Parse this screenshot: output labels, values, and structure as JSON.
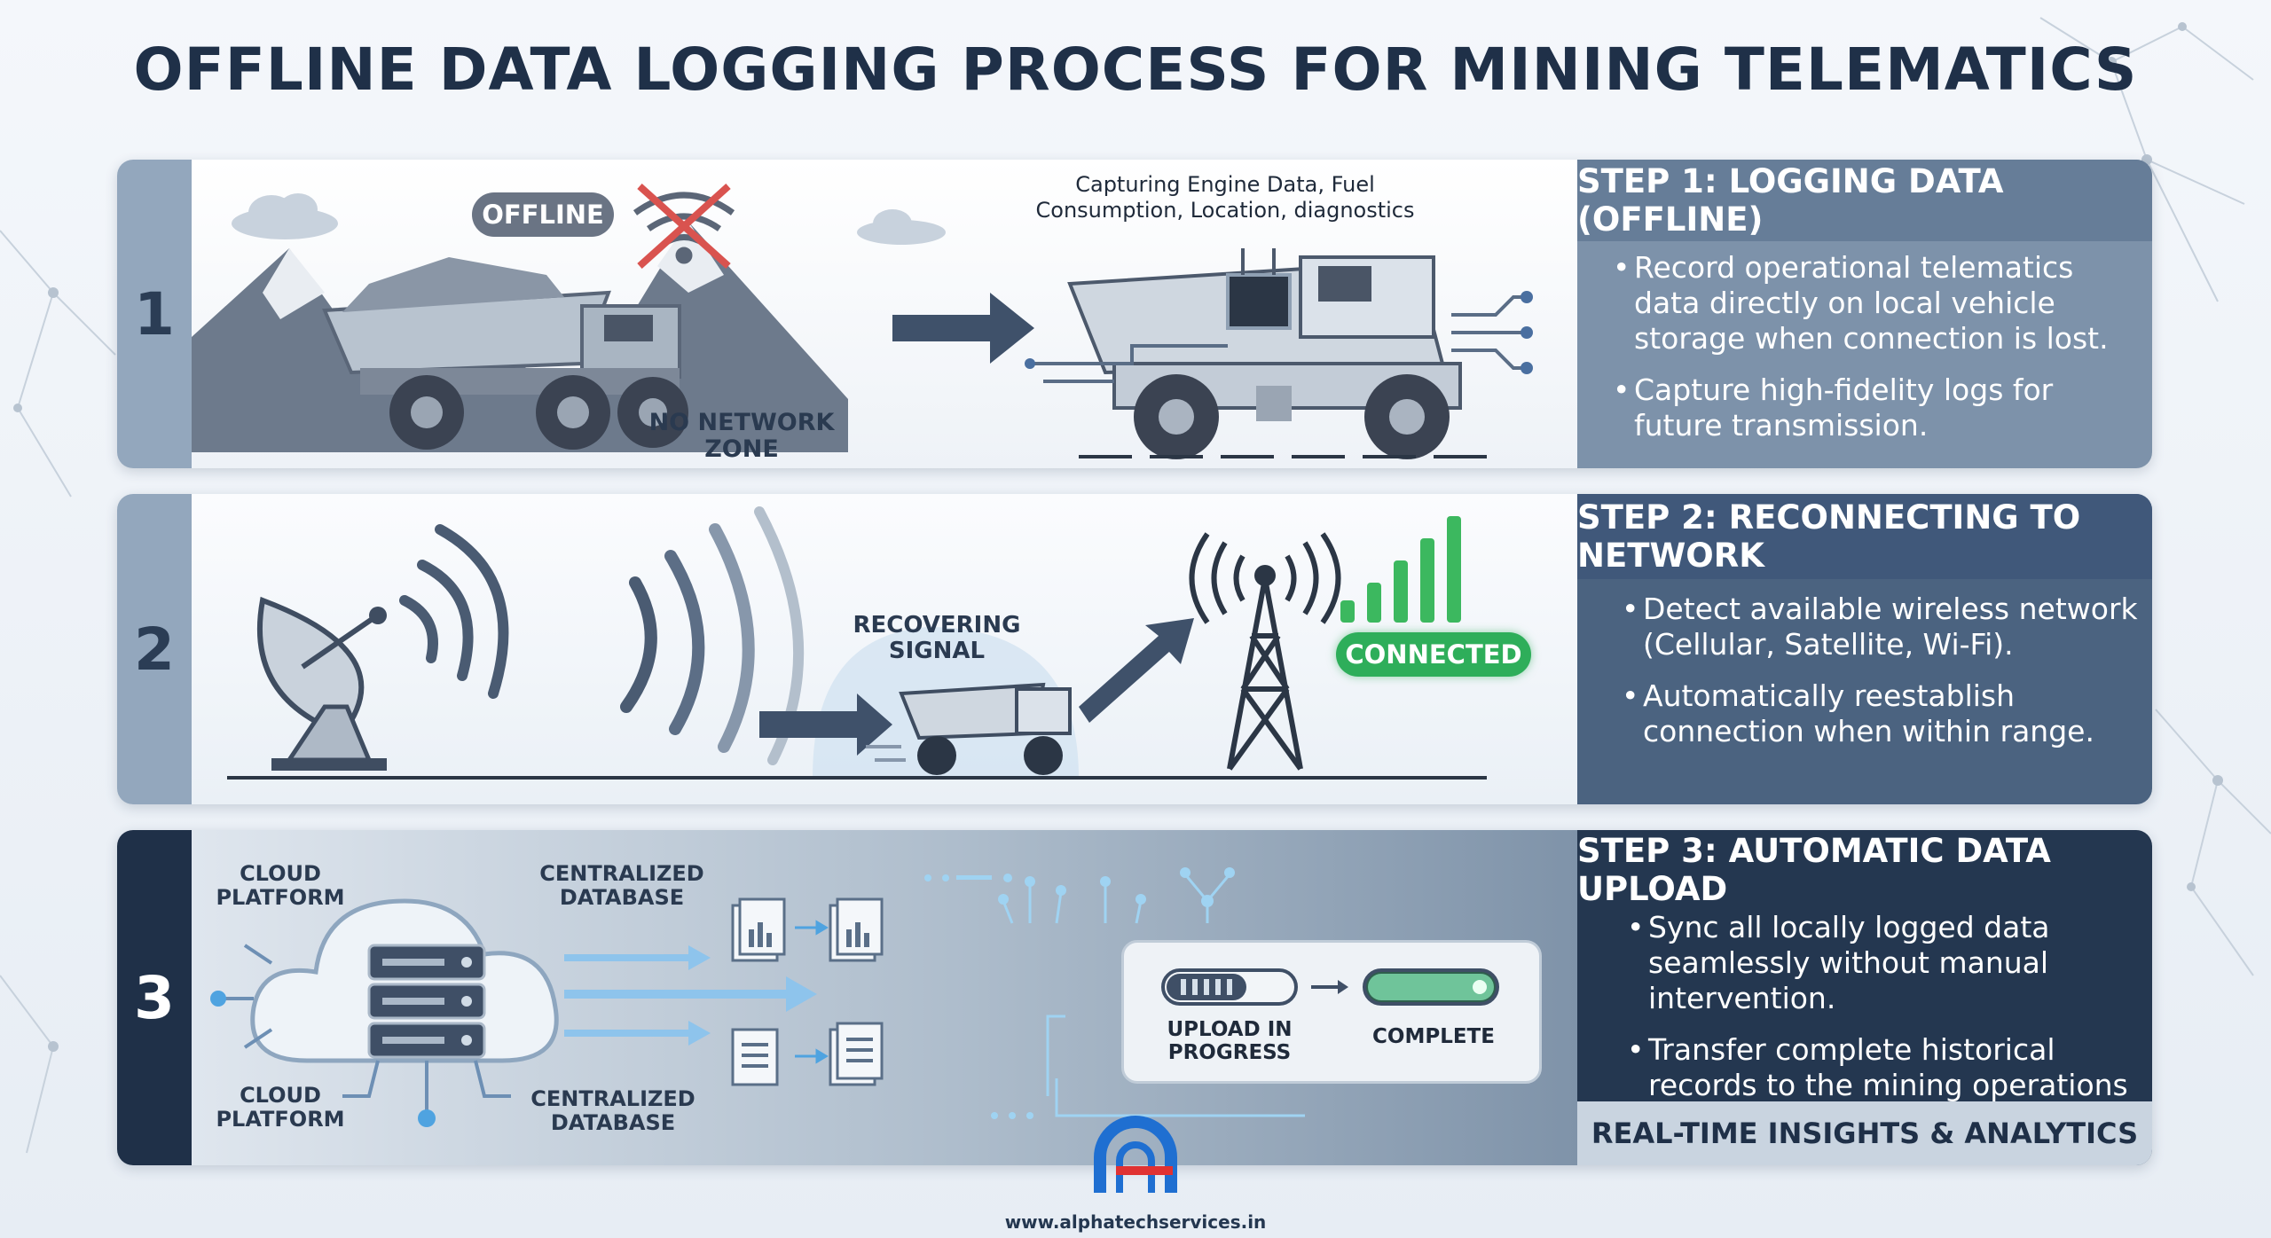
{
  "title": "OFFLINE DATA LOGGING PROCESS FOR MINING TELEMATICS",
  "steps": [
    {
      "number": "1",
      "heading": "STEP 1: LOGGING DATA (OFFLINE)",
      "bullets": [
        "Record operational telematics data directly on local vehicle storage when connection is lost.",
        "Capture high-fidelity logs for future transmission."
      ],
      "labels": {
        "offline": "OFFLINE",
        "no_network": "NO NETWORK ZONE",
        "capturing": "Capturing Engine Data, Fuel Consumption, Location, diagnostics"
      }
    },
    {
      "number": "2",
      "heading": "STEP 2: RECONNECTING TO NETWORK",
      "bullets": [
        "Detect available wireless network (Cellular, Satellite, Wi-Fi).",
        "Automatically reestablish connection when within range."
      ],
      "labels": {
        "recovering": "RECOVERING SIGNAL",
        "connected": "CONNECTED"
      }
    },
    {
      "number": "3",
      "heading": "STEP 3: AUTOMATIC DATA UPLOAD",
      "bullets": [
        "Sync all locally logged data seamlessly without manual intervention.",
        "Transfer complete historical records to the mining operations center."
      ],
      "labels": {
        "cloud_platform_top": "CLOUD PLATFORM",
        "centralized_db_top": "CENTRALIZED DATABASE",
        "cloud_platform_bottom": "CLOUD PLATFORM",
        "centralized_db_bottom": "CENTRALIZED DATABASE",
        "upload_in_progress": "UPLOAD IN PROGRESS",
        "complete": "COMPLETE"
      },
      "footer": "REAL-TIME INSIGHTS & ANALYTICS"
    }
  ],
  "footer_url": "www.alphatechservices.in",
  "colors": {
    "title": "#1f3048",
    "connected": "#2eae5a",
    "offline_badge": "#6a7484",
    "accent_blue": "#4fa3e0"
  },
  "icons": [
    "satellite-dish-icon",
    "cell-tower-icon",
    "cloud-icon",
    "server-icon",
    "document-icon",
    "no-signal-icon",
    "chip-icon"
  ]
}
